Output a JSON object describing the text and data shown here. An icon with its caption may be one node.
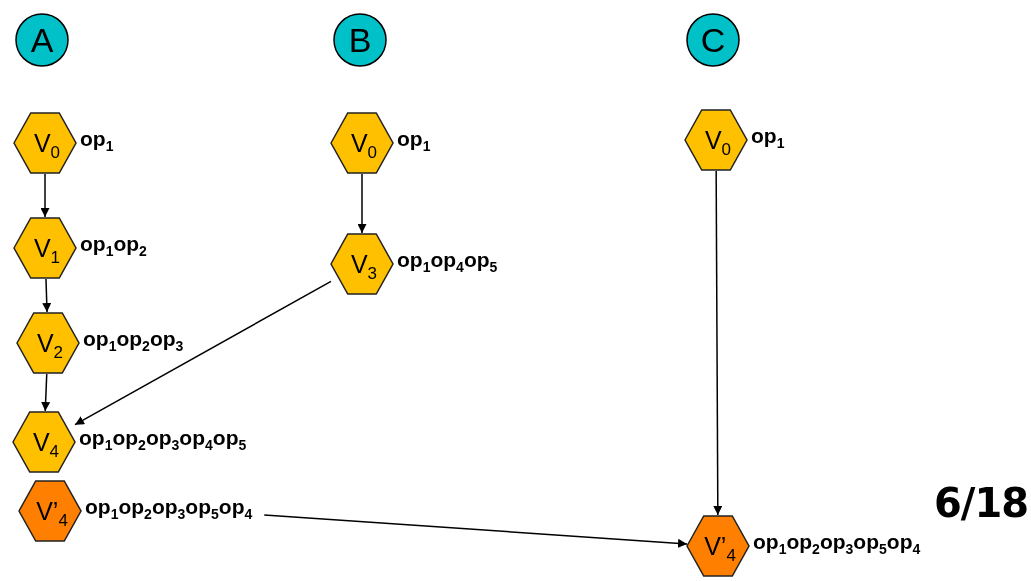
{
  "diagram": {
    "nodes": [
      {
        "text": [
          "A"
        ]
      },
      {
        "text": [
          "B"
        ]
      },
      {
        "text": [
          "C"
        ]
      },
      {
        "text": [
          "V$_{0}$"
        ],
        "beside": [
          "**op$_{1}$**"
        ]
      },
      {
        "text": [
          "V$_{0}$"
        ],
        "beside": [
          "**op$_{1}$**"
        ]
      },
      {
        "text": [
          "V$_{0}$"
        ],
        "beside": [
          "**op$_{1}$**"
        ]
      },
      {
        "text": [
          "V$_{1}$"
        ],
        "beside": [
          "**op$_{1}$op$_{2}$**"
        ]
      },
      {
        "text": [
          "V$_{3}$"
        ],
        "beside": [
          "**op$_{1}$op$_{4}$op$_{5}$**"
        ]
      },
      {
        "text": [
          "V$_{2}$"
        ],
        "beside": [
          "**op$_{1}$op$_{2}$op$_{3}$**"
        ]
      },
      {
        "text": [
          "V$_{4}$"
        ],
        "beside": [
          "**op$_{1}$op$_{2}$op$_{3}$op$_{4}$op$_{5}$**"
        ]
      },
      {
        "text": [
          "V’$_{4}$"
        ],
        "beside": [
          "**op$_{1}$op$_{2}$op$_{3}$op$_{5}$op$_{4}$**"
        ]
      },
      {
        "text": [
          "V’$_{4}$"
        ],
        "beside": [
          "**op$_{1}$op$_{2}$op$_{3}$op$_{5}$op$_{4}$**"
        ]
      }
    ],
    "edges": [
      {
        "from": 3,
        "to": 6,
        "arrow": "to"
      },
      {
        "from": 6,
        "to": 8,
        "arrow": "to"
      },
      {
        "from": 8,
        "to": 9,
        "arrow": "to"
      },
      {
        "from": 4,
        "to": 7,
        "arrow": "to"
      },
      {
        "from": 7,
        "to": 9,
        "arrow": "to"
      },
      {
        "from": 5,
        "to": 11,
        "arrow": "to"
      },
      {
        "from": 10,
        "to": 11,
        "arrow": "to"
      }
    ],
    "labels": [
      "6/18"
    ]
  }
}
